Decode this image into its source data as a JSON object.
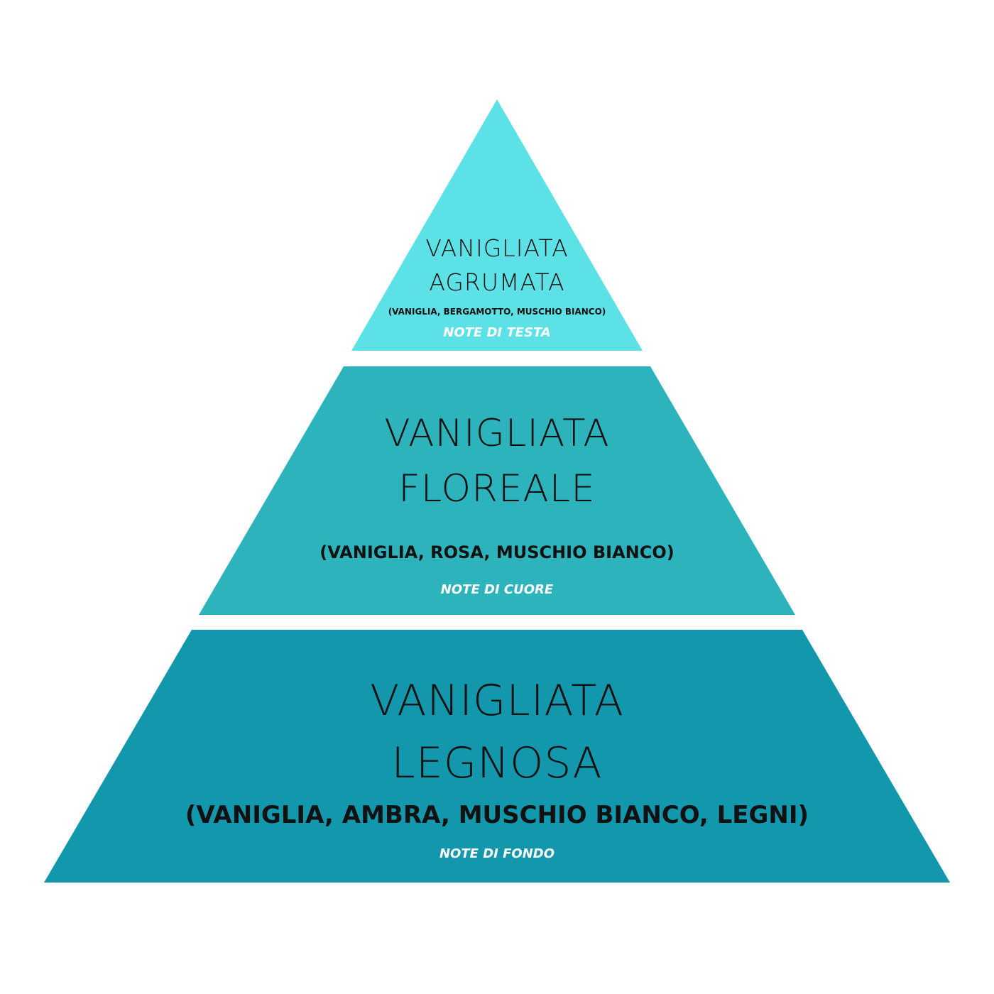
{
  "colors": {
    "background": "#ffffff",
    "top_tier": "#5ce1e6",
    "middle_tier": "#2cb3bc",
    "bottom_tier": "#1297ad",
    "title_text": "#111111",
    "label_text": "#ffffff"
  },
  "pyramid": {
    "tiers": [
      {
        "title_line1": "VANIGLIATA",
        "title_line2": "AGRUMATA",
        "ingredients": "(VANIGLIA, BERGAMOTTO, MUSCHIO BIANCO)",
        "label": "NOTE DI TESTA"
      },
      {
        "title_line1": "VANIGLIATA",
        "title_line2": "FLOREALE",
        "ingredients": "(VANIGLIA, ROSA, MUSCHIO BIANCO)",
        "label": "NOTE DI CUORE"
      },
      {
        "title_line1": "VANIGLIATA",
        "title_line2": "LEGNOSA",
        "ingredients": "(VANIGLIA, AMBRA, MUSCHIO BIANCO, LEGNI)",
        "label": "NOTE DI FONDO"
      }
    ]
  }
}
